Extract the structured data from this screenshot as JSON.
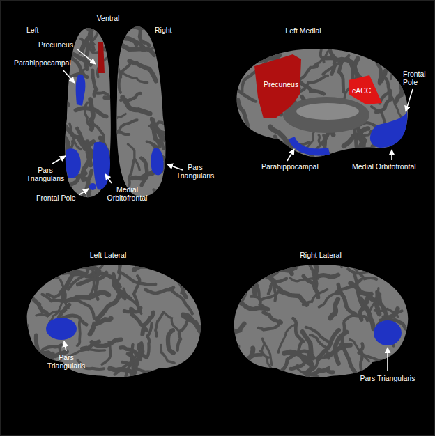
{
  "diagram": {
    "labels": [
      "Ventral",
      "Left",
      "Right",
      "Precuneus",
      "Parahippocampal",
      "Pars Triangularis",
      "Frontal Pole",
      "Medial Orbitofrontal",
      "Pars Triangularis",
      "Left Medial",
      "Precuneus",
      "cACC",
      "Frontal Pole",
      "Parahippocampal",
      "Medial Orbitofrontal",
      "Left Lateral",
      "Pars Triangularis",
      "Right Lateral",
      "Pars Triangularis"
    ]
  }
}
